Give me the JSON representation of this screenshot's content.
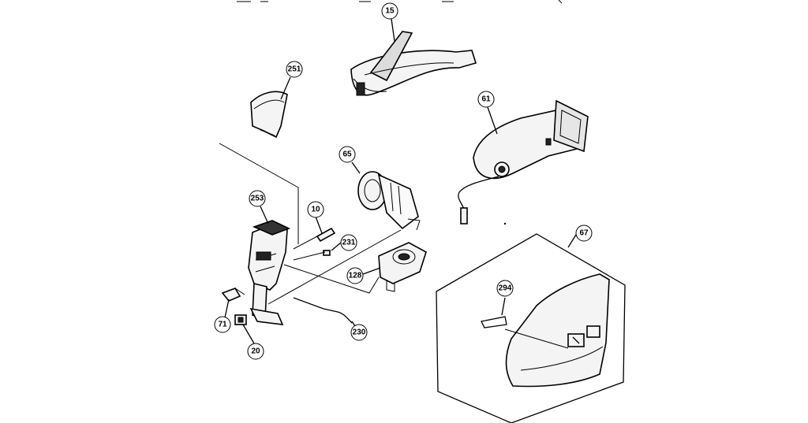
{
  "callouts": {
    "c15": "15",
    "c251": "251",
    "c61": "61",
    "c65": "65",
    "c253": "253",
    "c10": "10",
    "c231": "231",
    "c128": "128",
    "c67": "67",
    "c294": "294",
    "c71": "71",
    "c20": "20",
    "c230": "230"
  }
}
